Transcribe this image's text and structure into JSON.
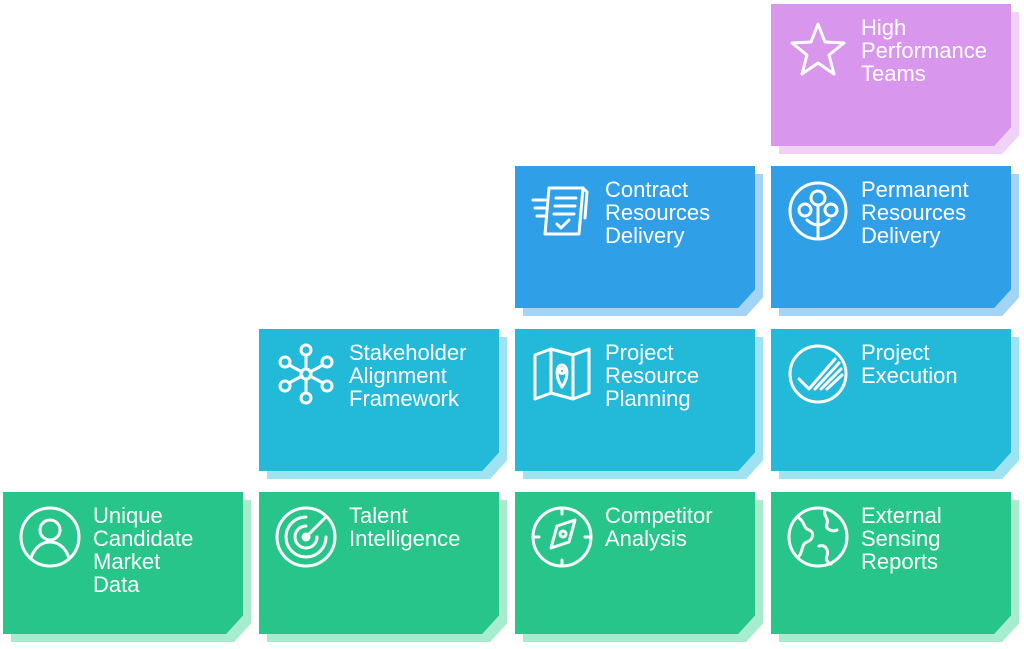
{
  "colors": {
    "green": "#27c58a",
    "cyan": "#23b9d9",
    "blue": "#2f9fe7",
    "purple": "#d896ec"
  },
  "tiles": {
    "high_performance_teams": {
      "label": "High\nPerformance\nTeams",
      "icon": "star-icon"
    },
    "contract_resources_delivery": {
      "label": "Contract\nResources\nDelivery",
      "icon": "document-icon"
    },
    "permanent_resources_delivery": {
      "label": "Permanent\nResources\nDelivery",
      "icon": "people-network-icon"
    },
    "stakeholder_alignment_framework": {
      "label": "Stakeholder\nAlignment\nFramework",
      "icon": "hub-network-icon"
    },
    "project_resource_planning": {
      "label": "Project\nResource\nPlanning",
      "icon": "map-pin-icon"
    },
    "project_execution": {
      "label": "Project\nExecution",
      "icon": "check-circle-icon"
    },
    "unique_candidate_market_data": {
      "label": "Unique\nCandidate\nMarket\nData",
      "icon": "user-circle-icon"
    },
    "talent_intelligence": {
      "label": "Talent\nIntelligence",
      "icon": "radar-icon"
    },
    "competitor_analysis": {
      "label": "Competitor\nAnalysis",
      "icon": "compass-icon"
    },
    "external_sensing_reports": {
      "label": "External\nSensing\nReports",
      "icon": "globe-icon"
    }
  }
}
